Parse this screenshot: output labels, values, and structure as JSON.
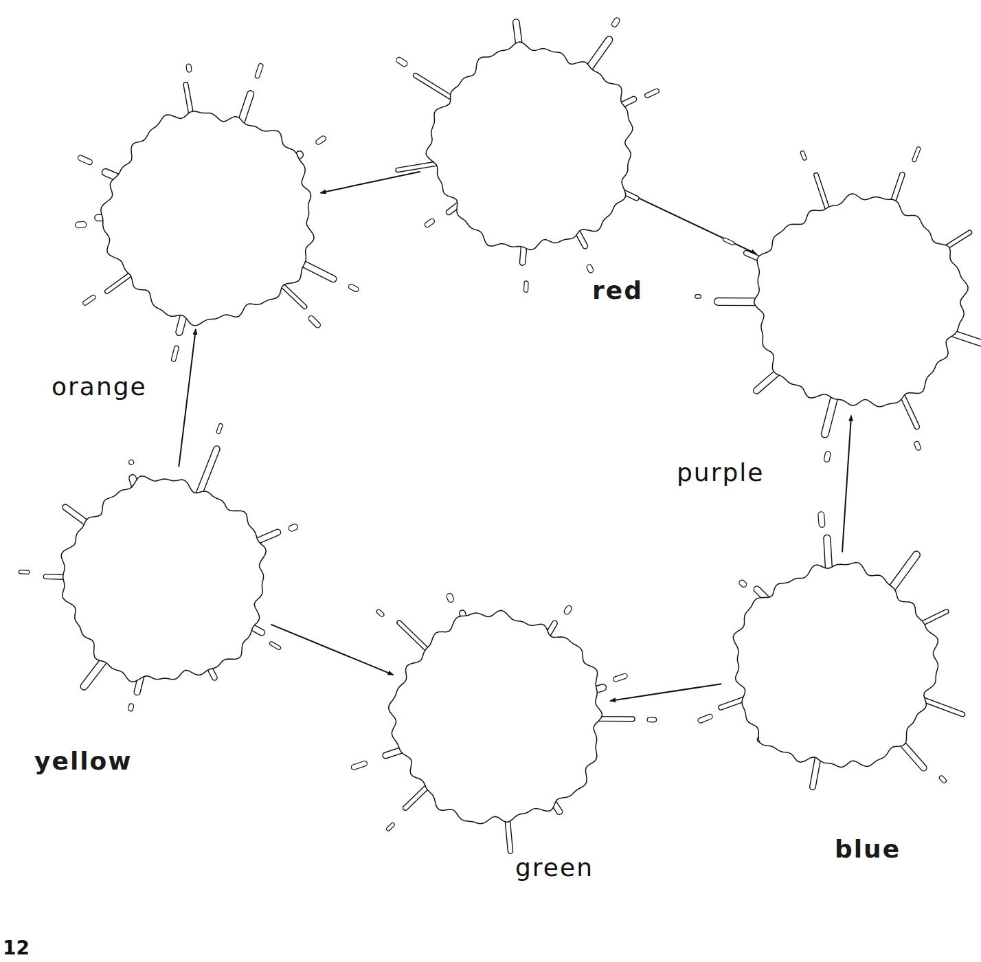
{
  "diagram": {
    "nodes": [
      {
        "text": [
          "red"
        ]
      },
      {
        "text": [
          "orange"
        ]
      },
      {
        "text": [
          "purple"
        ]
      },
      {
        "text": [
          "yellow"
        ]
      },
      {
        "text": [
          "green"
        ]
      },
      {
        "text": [
          "blue"
        ]
      }
    ],
    "edges": [
      {
        "from": 0,
        "to": 1,
        "arrow": "to"
      },
      {
        "from": 0,
        "to": 2,
        "arrow": "to"
      },
      {
        "from": 3,
        "to": 1,
        "arrow": "to"
      },
      {
        "from": 3,
        "to": 4,
        "arrow": "to"
      },
      {
        "from": 5,
        "to": 2,
        "arrow": "to"
      },
      {
        "from": 5,
        "to": 4,
        "arrow": "to"
      }
    ],
    "labels": [
      "12"
    ]
  }
}
